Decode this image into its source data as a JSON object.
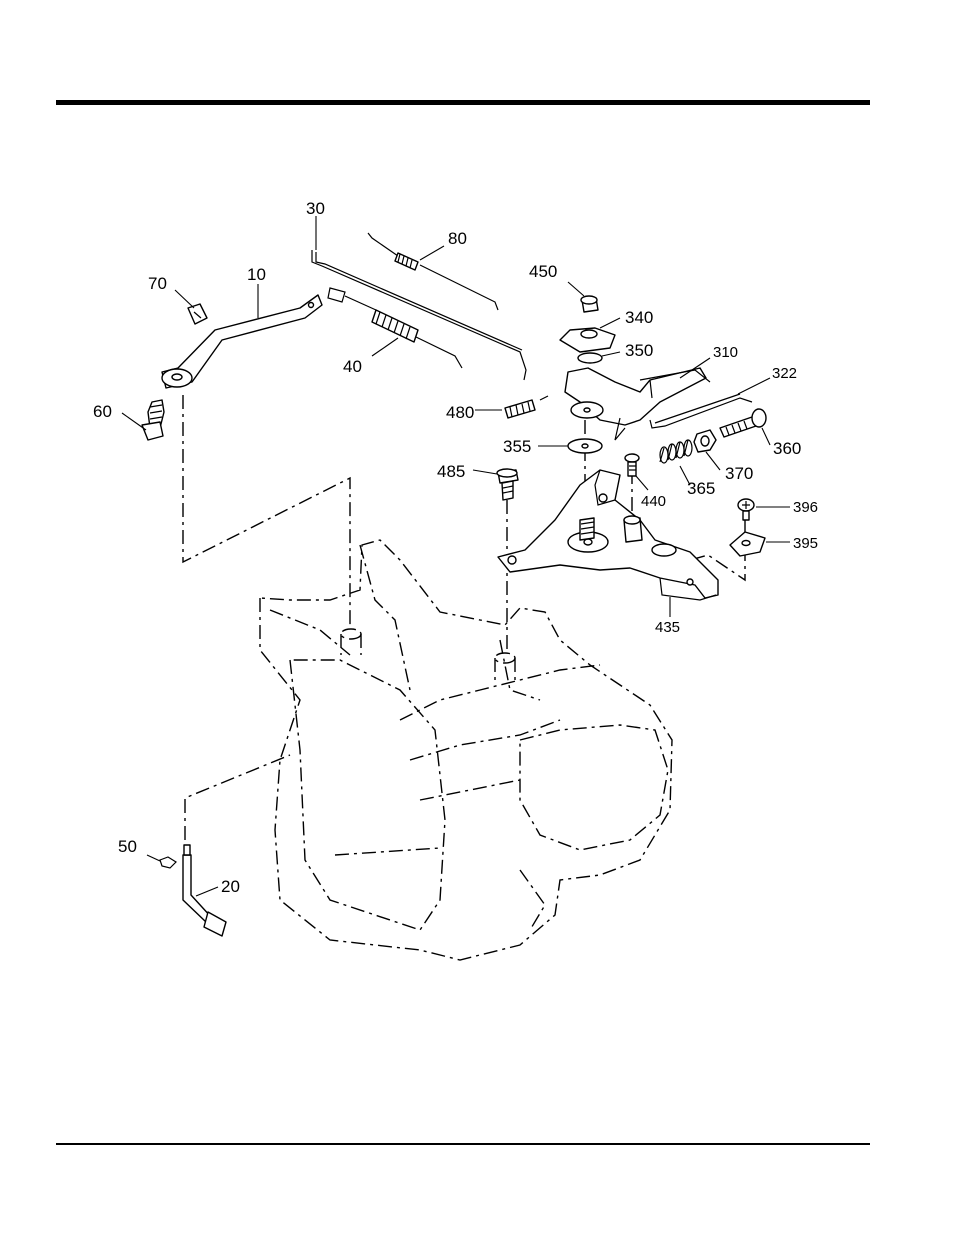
{
  "diagram": {
    "callouts": [
      {
        "id": "10",
        "text": "10"
      },
      {
        "id": "20",
        "text": "20"
      },
      {
        "id": "30",
        "text": "30"
      },
      {
        "id": "40",
        "text": "40"
      },
      {
        "id": "50",
        "text": "50"
      },
      {
        "id": "60",
        "text": "60"
      },
      {
        "id": "70",
        "text": "70"
      },
      {
        "id": "80",
        "text": "80"
      },
      {
        "id": "310",
        "text": "310"
      },
      {
        "id": "322",
        "text": "322"
      },
      {
        "id": "340",
        "text": "340"
      },
      {
        "id": "350",
        "text": "350"
      },
      {
        "id": "355",
        "text": "355"
      },
      {
        "id": "360",
        "text": "360"
      },
      {
        "id": "365",
        "text": "365"
      },
      {
        "id": "370",
        "text": "370"
      },
      {
        "id": "395",
        "text": "395"
      },
      {
        "id": "396",
        "text": "396"
      },
      {
        "id": "435",
        "text": "435"
      },
      {
        "id": "440",
        "text": "440"
      },
      {
        "id": "450",
        "text": "450"
      },
      {
        "id": "480",
        "text": "480"
      },
      {
        "id": "485",
        "text": "485"
      }
    ]
  }
}
